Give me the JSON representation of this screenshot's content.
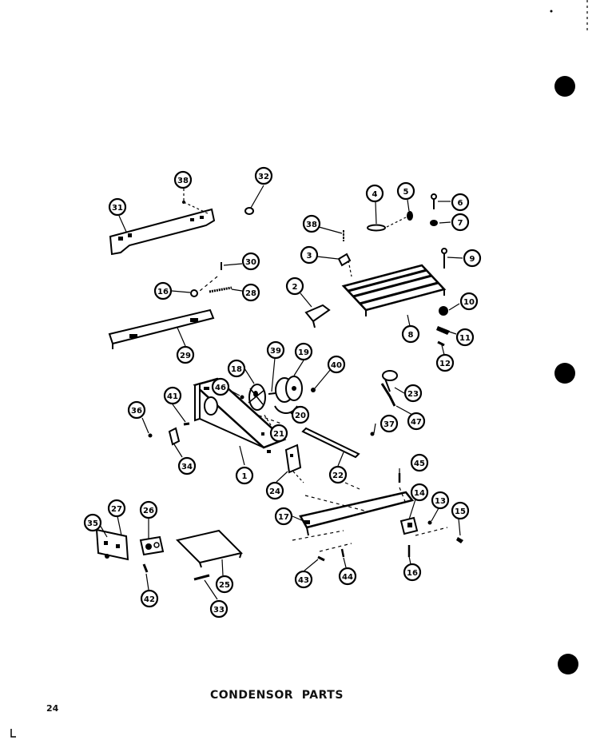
{
  "page": {
    "caption": "CONDENSOR  PARTS",
    "page_number": "24"
  },
  "diagram": {
    "callouts": [
      "1",
      "2",
      "3",
      "4",
      "5",
      "6",
      "7",
      "8",
      "9",
      "10",
      "11",
      "12",
      "13",
      "14",
      "15",
      "16",
      "16",
      "16",
      "17",
      "18",
      "19",
      "20",
      "21",
      "22",
      "23",
      "24",
      "25",
      "26",
      "27",
      "28",
      "29",
      "30",
      "31",
      "32",
      "33",
      "34",
      "35",
      "36",
      "36",
      "37",
      "38",
      "38",
      "39",
      "40",
      "41",
      "42",
      "43",
      "44",
      "45",
      "46",
      "47"
    ]
  }
}
